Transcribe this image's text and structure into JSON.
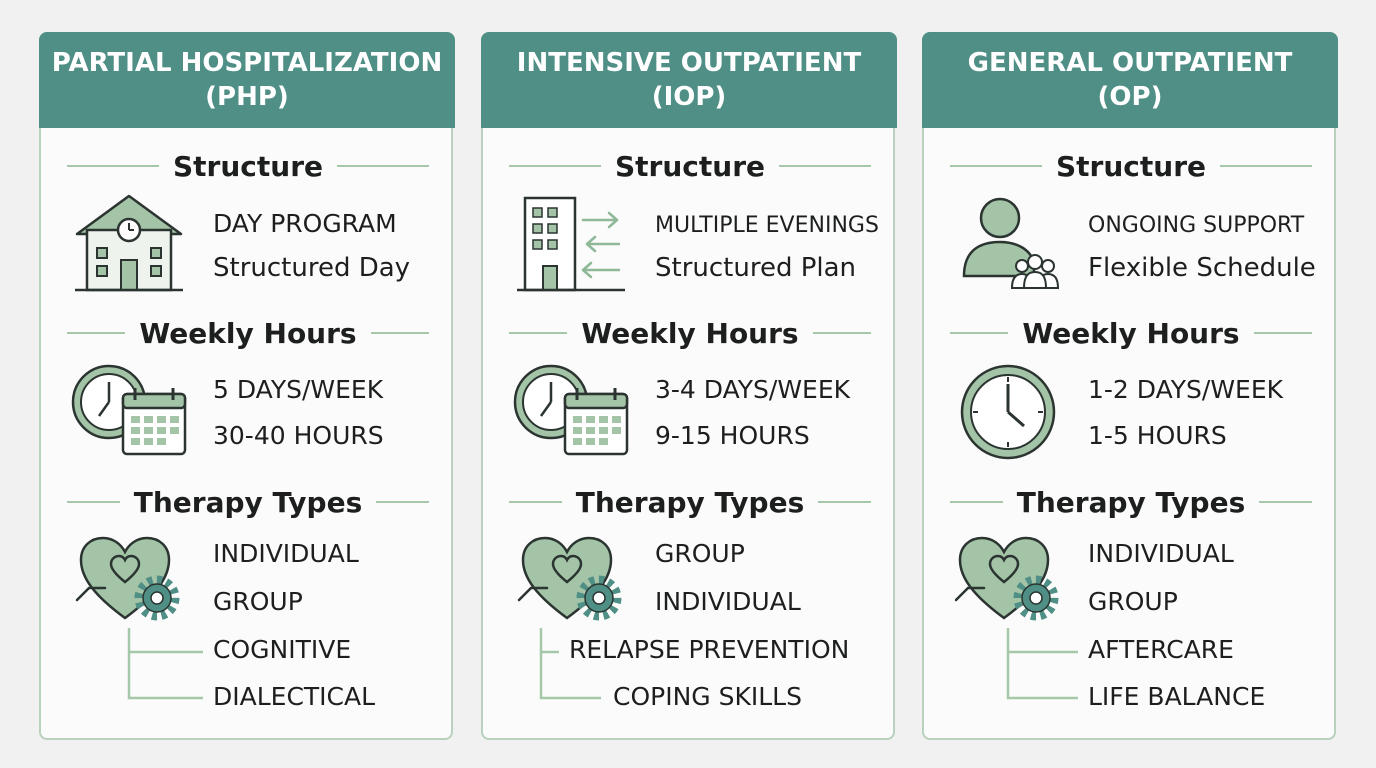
{
  "columns": [
    {
      "header_line1": "PARTIAL HOSPITALIZATION",
      "header_line2": "(PHP)",
      "structure_title": "Structure",
      "structure_icon": "house-clock-icon",
      "structure_primary": "DAY PROGRAM",
      "structure_secondary": "Structured Day",
      "hours_title": "Weekly Hours",
      "hours_icon": "clock-calendar-icon",
      "days": "5 DAYS/WEEK",
      "hours": "30-40 HOURS",
      "therapy_title": "Therapy Types",
      "therapy_icon": "heart-gear-icon",
      "therapies": [
        "INDIVIDUAL",
        "GROUP",
        "COGNITIVE",
        "DIALECTICAL"
      ]
    },
    {
      "header_line1": "INTENSIVE OUTPATIENT",
      "header_line2": "(IOP)",
      "structure_title": "Structure",
      "structure_icon": "building-arrows-icon",
      "structure_primary": "MULTIPLE EVENINGS",
      "structure_secondary": "Structured Plan",
      "hours_title": "Weekly Hours",
      "hours_icon": "clock-calendar-icon",
      "days": "3-4 DAYS/WEEK",
      "hours": "9-15 HOURS",
      "therapy_title": "Therapy Types",
      "therapy_icon": "heart-gear-icon",
      "therapies": [
        "GROUP",
        "INDIVIDUAL",
        "RELAPSE PREVENTION",
        "COPING SKILLS"
      ]
    },
    {
      "header_line1": "GENERAL OUTPATIENT",
      "header_line2": "(OP)",
      "structure_title": "Structure",
      "structure_icon": "person-group-icon",
      "structure_primary": "ONGOING SUPPORT",
      "structure_secondary": "Flexible Schedule",
      "hours_title": "Weekly Hours",
      "hours_icon": "clock-icon",
      "days": "1-2 DAYS/WEEK",
      "hours": "1-5 HOURS",
      "therapy_title": "Therapy Types",
      "therapy_icon": "heart-gear-icon",
      "therapies": [
        "INDIVIDUAL",
        "GROUP",
        "AFTERCARE",
        "LIFE BALANCE"
      ]
    }
  ],
  "colors": {
    "header": "#4f8f86",
    "border": "#b9d2bd",
    "icon_fill": "#a3c4a7",
    "icon_stroke": "#2b3430",
    "gear": "#4f8f86"
  }
}
